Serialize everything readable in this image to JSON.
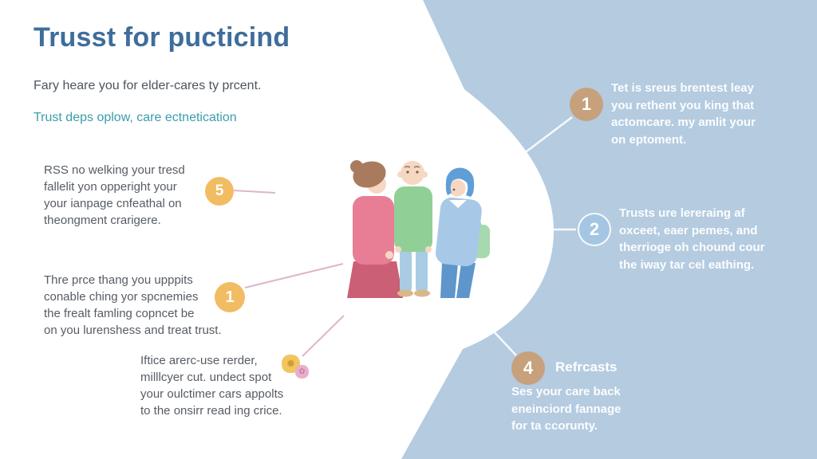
{
  "header": {
    "title": "Trusst for pucticind",
    "subtitle": "Fary heare you for elder-cares ty prcent.",
    "tagline": "Trust deps oplow, care ectnetication"
  },
  "left_column": {
    "items": [
      {
        "marker": "5",
        "text": "RSS no welking your tresd\nfallelit yon opperight your\nyour ianpage cnfeathal on\ntheongment crarigere."
      },
      {
        "marker": "1",
        "text": "Thre prce thang you upppits\nconable ching yor spcnemies\nthe frealt famling copncet be\non you lurenshess and treat trust."
      },
      {
        "marker": null,
        "text": "Iftice arerc-use rerder,\nmilllcyer cut. undect spot\nyour oulctimer cars appolts\nto the onsirr read ing crice."
      }
    ],
    "decor_icons": [
      "flower-yellow",
      "flower-pink"
    ]
  },
  "right_column": {
    "items": [
      {
        "marker": "1",
        "heading": null,
        "text": "Tet is sreus brentest leay\nyou rethent you king that\nactomcare. my amlit your\non eptoment."
      },
      {
        "marker": "2",
        "heading": null,
        "text": "Trusts ure lereraing af\noxceet, eaer pemes, and\ntherrioge oh chound cour\nthe iway tar cel eathing."
      },
      {
        "marker": "4",
        "heading": "Refrcasts",
        "text": "Ses your care back\neneinciord fannage\nfor ta ccorunty."
      }
    ]
  },
  "illustration": {
    "figures": [
      "caregiver-woman",
      "elderly-man",
      "elderly-woman-with-bag"
    ]
  },
  "icons": {
    "yellow_flower": "✹",
    "pink_flower": "✿"
  },
  "colors": {
    "background_right": "#b4cbe0",
    "title": "#3e6d9c",
    "tagline": "#3a9dab",
    "body_text": "#565c64",
    "marker_orange": "#f2bc62",
    "marker_tan": "#c7a17c",
    "marker_blue": "#a4c6e2",
    "connector_pink": "#ddb6ca",
    "connector_white": "#ffffff"
  }
}
